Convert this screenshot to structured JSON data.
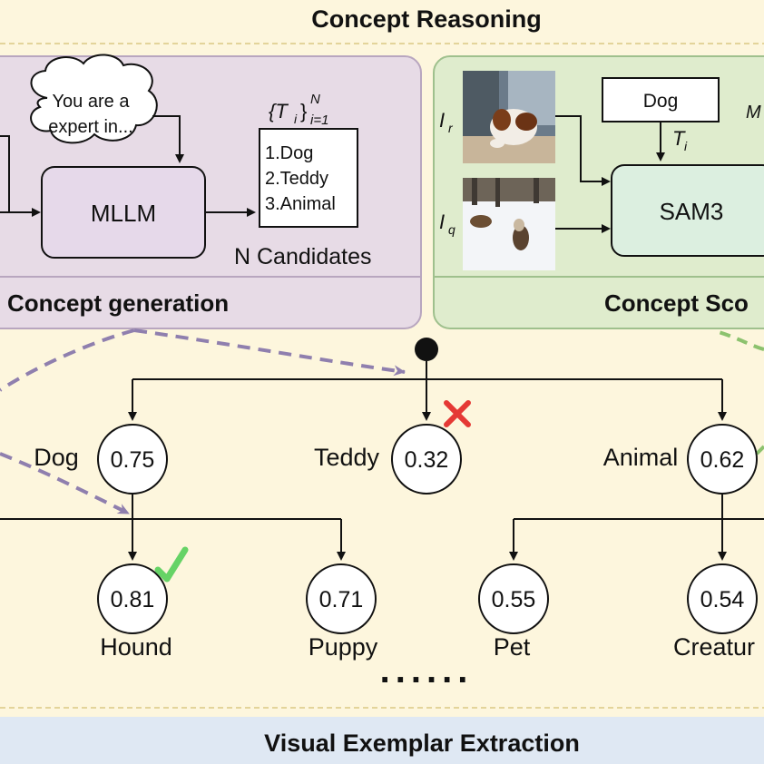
{
  "header": {
    "title": "Concept Reasoning"
  },
  "footer": {
    "title": "Visual Exemplar Extraction"
  },
  "generation": {
    "section_label": "Concept generation",
    "bubble_line1": "You are a",
    "bubble_line2": "expert in...",
    "set_label_base": "{T",
    "set_label_sub_i": "i",
    "set_label_close": "}",
    "set_label_sup": "N",
    "set_label_sub": "i=1",
    "model": "MLLM",
    "candidates": [
      "1.Dog",
      "2.Teddy",
      "3.Animal"
    ],
    "candidates_caption": "N Candidates"
  },
  "scoring": {
    "section_label": "Concept Sco",
    "text_box": "Dog",
    "t_label": "T",
    "t_sub": "i",
    "ir_label": "I",
    "ir_sub": "r",
    "iq_label": "I",
    "iq_sub": "q",
    "m_label": "M",
    "model": "SAM3"
  },
  "tree": {
    "level1": [
      {
        "label": "Dog",
        "score": "0.75"
      },
      {
        "label": "Teddy",
        "score": "0.32",
        "status": "rejected"
      },
      {
        "label": "Animal",
        "score": "0.62"
      }
    ],
    "level2": [
      {
        "label": "Hound",
        "score": "0.81",
        "status": "accepted"
      },
      {
        "label": "Puppy",
        "score": "0.71"
      },
      {
        "label": "Pet",
        "score": "0.55"
      },
      {
        "label": "Creatur",
        "score": "0.54"
      }
    ],
    "ellipsis": "......"
  },
  "colors": {
    "background": "#fdf6dd",
    "generation_panel": "#e7dbe6",
    "scoring_panel": "#dfeccd",
    "mllm_box": "#e6d9ea",
    "sam_box": "#dcefe0",
    "dashed_arrow": "#8f7fae",
    "green_dashed": "#8cc26e",
    "reject": "#e53935",
    "accept": "#66d366",
    "footer_band": "#dfe8f3"
  }
}
